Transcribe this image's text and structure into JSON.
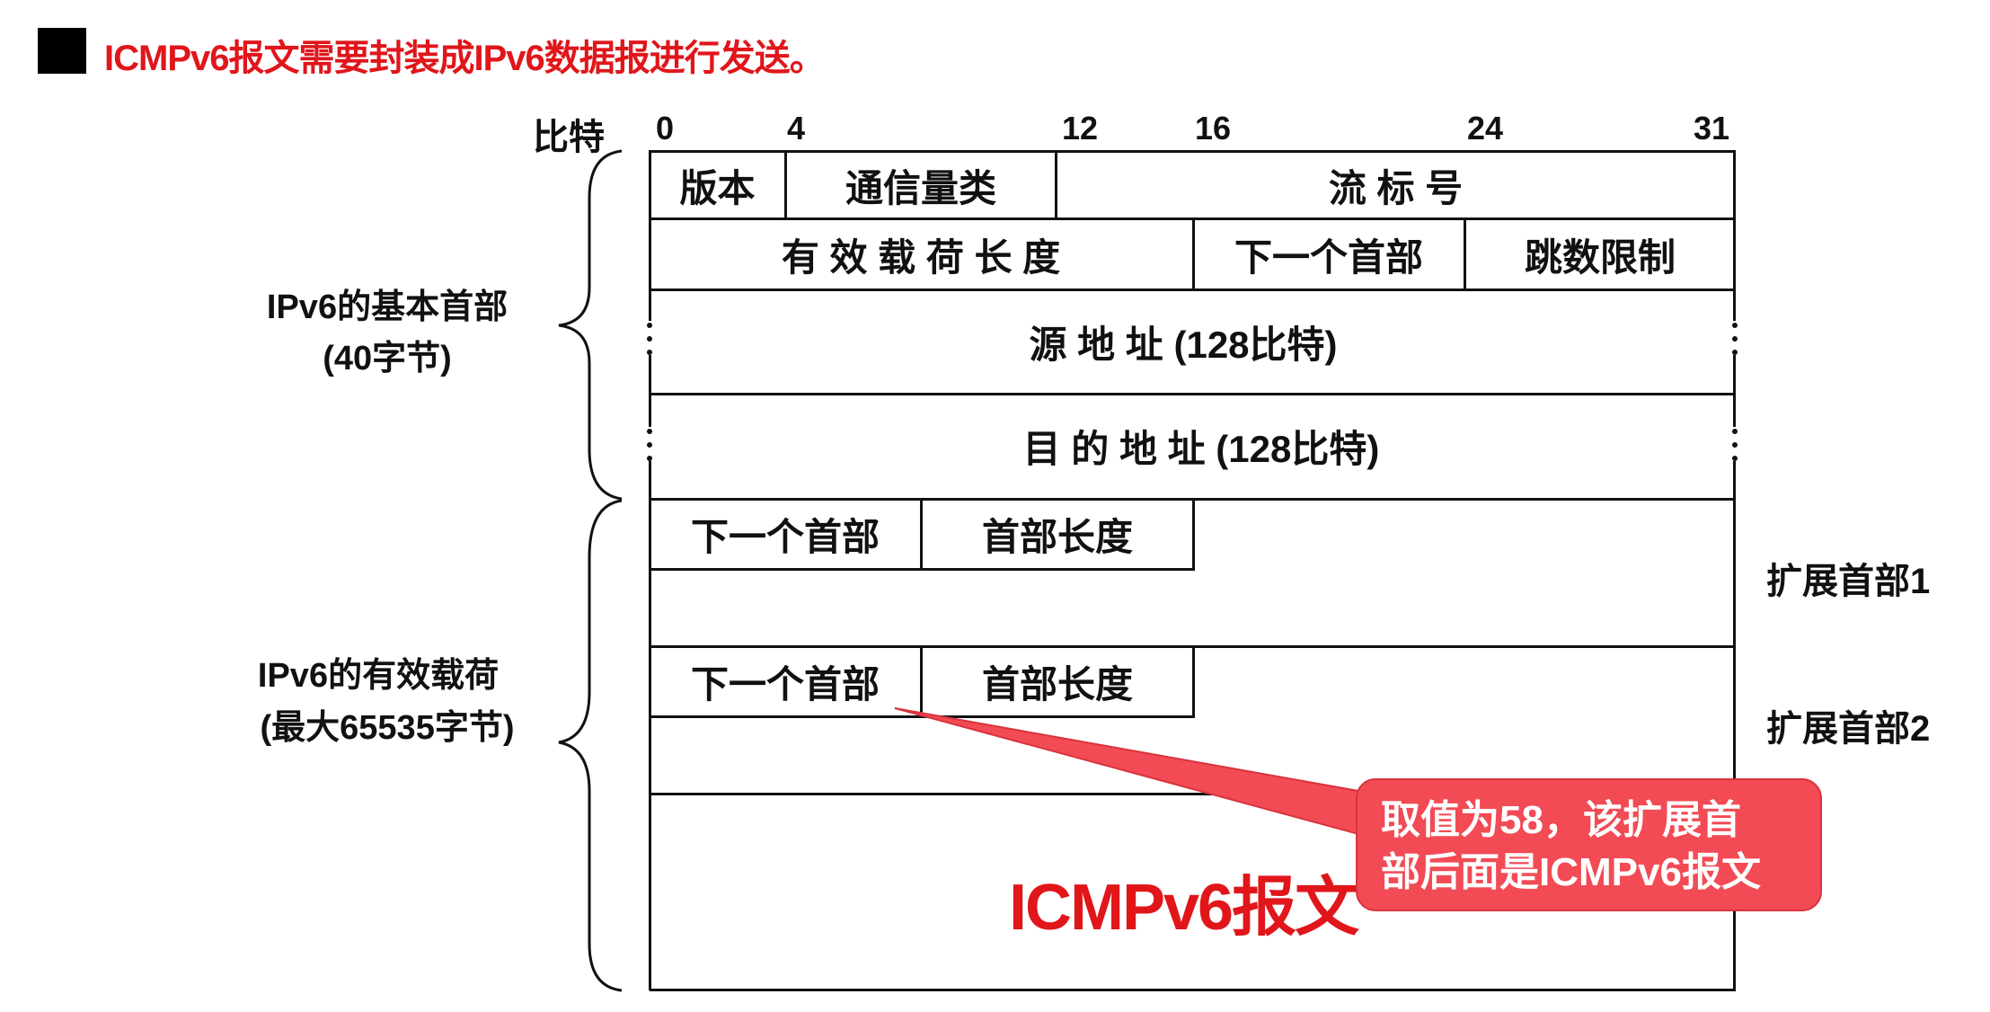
{
  "title": "ICMPv6报文需要封装成IPv6数据报进行发送。",
  "bit_label": "比特",
  "bit_ticks": [
    "0",
    "4",
    "12",
    "16",
    "24",
    "31"
  ],
  "rows": {
    "version": "版本",
    "traffic_class": "通信量类",
    "flow_label": "流 标 号",
    "payload_length": "有 效 载 荷 长 度",
    "next_header": "下一个首部",
    "hop_limit": "跳数限制",
    "source_address": "源  地  址 (128比特)",
    "destination_address": "目  的  地  址 (128比特)"
  },
  "extension_headers": [
    {
      "next_header": "下一个首部",
      "header_length": "首部长度",
      "label": "扩展首部1"
    },
    {
      "next_header": "下一个首部",
      "header_length": "首部长度",
      "label": "扩展首部2"
    }
  ],
  "left_labels": {
    "basic_header": "IPv6的基本首部",
    "basic_header_size": "(40字节)",
    "payload": "IPv6的有效载荷",
    "payload_size": "(最大65535字节)"
  },
  "icmp_message": "ICMPv6报文",
  "callout": {
    "line1": "取值为58，该扩展首",
    "line2": "部后面是ICMPv6报文"
  },
  "colors": {
    "accent_red": "#e0161b",
    "callout_bg": "#f24b55"
  }
}
